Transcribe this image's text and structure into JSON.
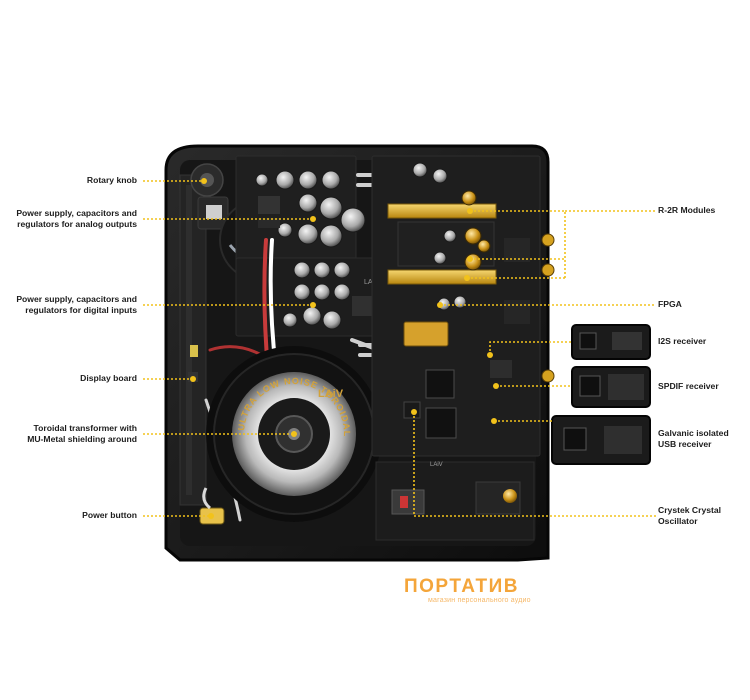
{
  "annotations": {
    "left": [
      {
        "id": "rotary-knob",
        "text": "Rotary knob"
      },
      {
        "id": "analog-psu",
        "text": "Power supply, capacitors and\nregulators for analog outputs"
      },
      {
        "id": "digital-psu",
        "text": "Power supply, capacitors and\nregulators for digital inputs"
      },
      {
        "id": "display-board",
        "text": "Display board"
      },
      {
        "id": "toroidal",
        "text": "Toroidal transformer with\nMU-Metal shielding around"
      },
      {
        "id": "power-button",
        "text": "Power button"
      }
    ],
    "right": [
      {
        "id": "r2r",
        "text": "R-2R Modules"
      },
      {
        "id": "fpga",
        "text": "FPGA"
      },
      {
        "id": "i2s",
        "text": "I2S receiver"
      },
      {
        "id": "spdif",
        "text": "SPDIF receiver"
      },
      {
        "id": "usb",
        "text": "Galvanic isolated\nUSB receiver"
      },
      {
        "id": "crystal",
        "text": "Crystek Crystal\nOscillator"
      }
    ]
  },
  "device": {
    "transformer_logo": "LAiV",
    "transformer_text": "ULTRA LOW NOISE TOROIDAL TRANSFORMER",
    "pcb_logo": "LAiV"
  },
  "brand": {
    "name": "ПОРТАТИВ",
    "tagline": "магазин персонального аудио"
  },
  "colors": {
    "leader": "#f2c21b",
    "chassis": "#141414",
    "pcb": "#1e1e1e",
    "gold": "#d7a528",
    "brand": "#f4a53a"
  }
}
